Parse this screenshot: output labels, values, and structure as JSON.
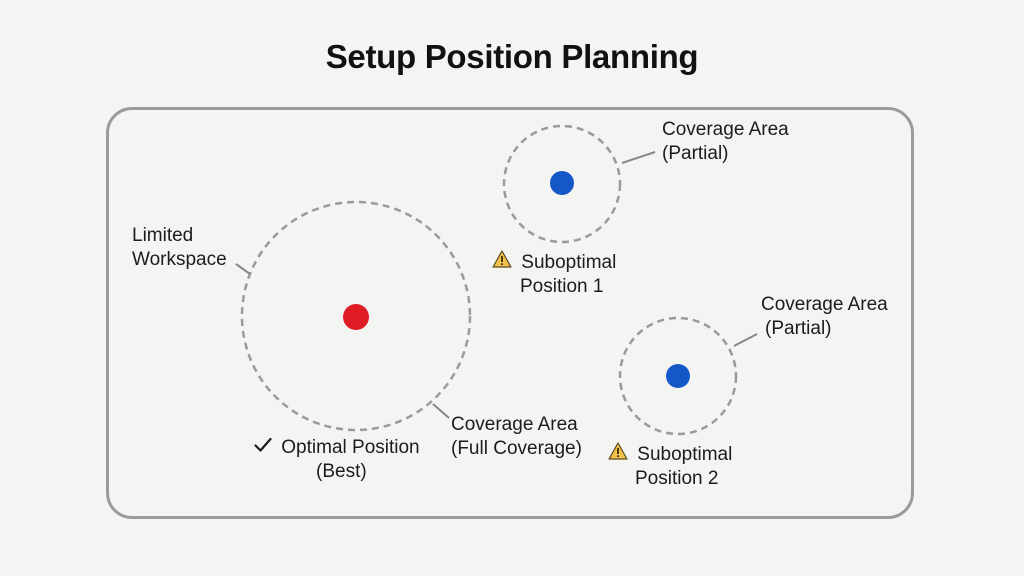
{
  "title": "Setup Position Planning",
  "labels": {
    "limited_workspace": [
      "Limited",
      "Workspace"
    ],
    "coverage_top": [
      "Coverage Area",
      "(Partial)"
    ],
    "suboptimal_1": [
      "Suboptimal",
      "Position 1"
    ],
    "coverage_right": [
      "Coverage Area",
      "(Partial)"
    ],
    "coverage_full": [
      "Coverage Area",
      "(Full Coverage)"
    ],
    "optimal": [
      "Optimal Position",
      "(Best)"
    ],
    "suboptimal_2": [
      "Suboptimal",
      "Position 2"
    ]
  },
  "icons": {
    "optimal": "checkmark-icon",
    "suboptimal": "warning-icon"
  },
  "colors": {
    "optimal_dot": "#e01b24",
    "suboptimal_dot": "#1458c8",
    "coverage_ring": "#9a9a9a",
    "warning_fill": "#f2c14e"
  }
}
